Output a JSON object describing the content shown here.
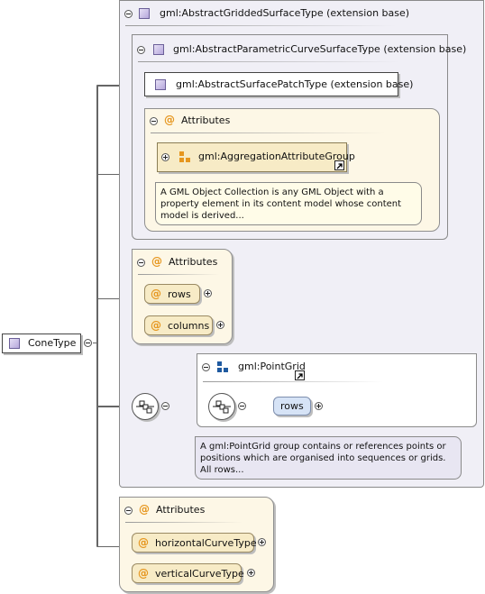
{
  "root": {
    "label": "ConeType"
  },
  "outer_ext": {
    "label": "gml:AbstractGriddedSurfaceType (extension base)"
  },
  "mid_ext": {
    "label": "gml:AbstractParametricCurveSurfaceType (extension base)"
  },
  "patch": {
    "label": "gml:AbstractSurfacePatchType (extension base)"
  },
  "attrs1": {
    "title": "Attributes",
    "group_label": "gml:AggregationAttributeGroup",
    "note": "A GML Object Collection is any GML Object with a property element in its content model whose content model is derived..."
  },
  "attrs2": {
    "title": "Attributes",
    "rows_label": "rows",
    "columns_label": "columns"
  },
  "pointgrid": {
    "label": "gml:PointGrid",
    "rows_label": "rows",
    "note": "A gml:PointGrid group contains or references points or positions which are organised into sequences or grids. All rows..."
  },
  "attrs3": {
    "title": "Attributes",
    "h_label": "horizontalCurveType",
    "v_label": "verticalCurveType"
  },
  "colors": {
    "ext_bg": "#f0eff6",
    "attr_bg": "#fdf7e6",
    "attr_pill": "#f7ebc6",
    "elem_pill": "#d6e3f6",
    "at_sign": "#e6961e"
  }
}
